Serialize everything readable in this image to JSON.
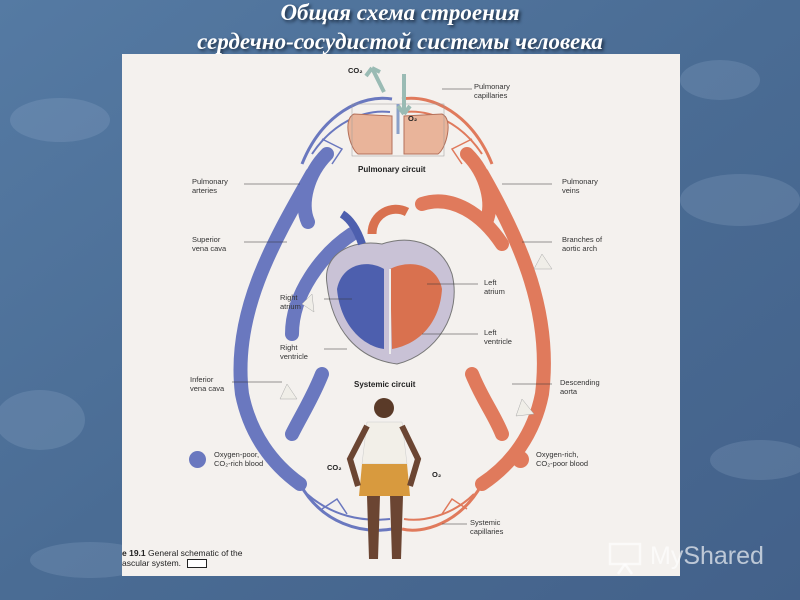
{
  "slide": {
    "title_line1": "Общая схема строения",
    "title_line2": "сердечно-сосудистой системы человека"
  },
  "diagram": {
    "labels": {
      "pulmonary_capillaries": "Pulmonary\ncapillaries",
      "pulmonary_circuit": "Pulmonary circuit",
      "pulmonary_arteries": "Pulmonary\narteries",
      "pulmonary_veins": "Pulmonary\nveins",
      "superior_vena_cava": "Superior\nvena cava",
      "branches_aortic_arch": "Branches of\naortic arch",
      "left_atrium": "Left\natrium",
      "right_atrium": "Right\natrium",
      "left_ventricle": "Left\nventricle",
      "right_ventricle": "Right\nventricle",
      "inferior_vena_cava": "Inferior\nvena cava",
      "systemic_circuit": "Systemic circuit",
      "descending_aorta": "Descending\naorta",
      "systemic_capillaries": "Systemic\ncapillaries"
    },
    "chem": {
      "co2_top": "CO₂",
      "o2_top": "O₂",
      "co2_bottom": "CO₂",
      "o2_bottom": "O₂"
    },
    "legend": [
      {
        "label": "Oxygen-poor,\nCO₂-rich blood",
        "color": "#6a78bf"
      },
      {
        "label": "Oxygen-rich,\nCO₂-poor blood",
        "color": "#e07a5c"
      }
    ],
    "caption_bold": "e 19.1",
    "caption_text": " General schematic of the",
    "caption_line2": "ascular system."
  },
  "colors": {
    "venous": "#6a78bf",
    "arterial": "#e07a5c",
    "background": "#4d6f98"
  },
  "watermark": {
    "text": "MyShared"
  }
}
